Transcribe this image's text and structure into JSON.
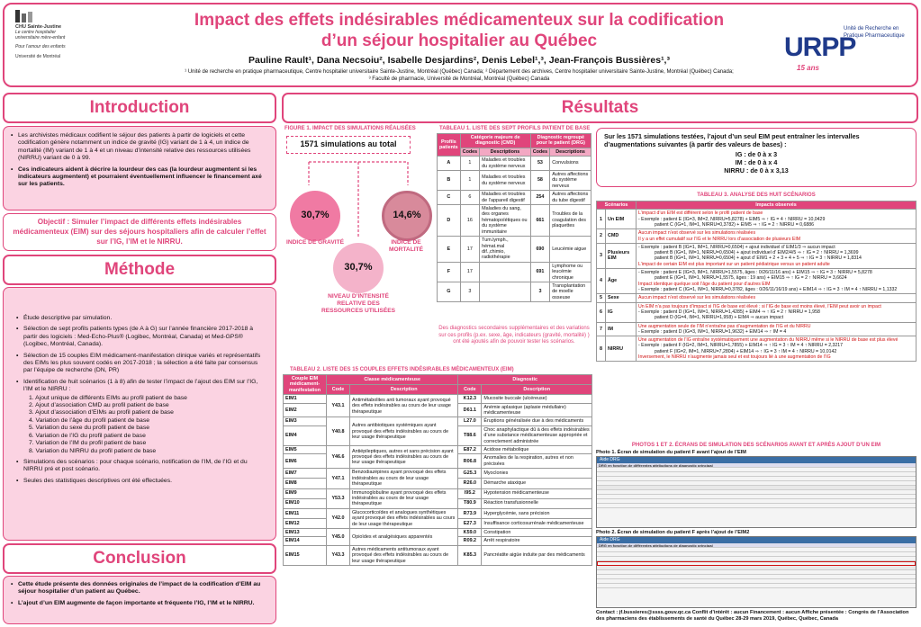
{
  "header": {
    "title_line1": "Impact des effets indésirables médicamenteux sur la codification",
    "title_line2": "d’un séjour hospitalier au Québec",
    "authors": "Pauline Rault¹, Dana Necsoiu², Isabelle Desjardins², Denis Lebel¹,³, Jean-François Bussières¹,³",
    "affil_1": "¹ Unité de recherche en pratique pharmaceutique, Centre hospitalier universitaire Sainte-Justine, Montréal (Québec) Canada; ² Département des archives, Centre hospitalier universitaire Sainte-Justine, Montréal (Québec) Canada;",
    "affil_2": "³ Faculté de pharmacie, Université de Montréal, Montréal (Québec) Canada",
    "logo_left_name": "CHU Sainte-Justine",
    "logo_left_sub": "Le centre hospitalier universitaire mère-enfant",
    "logo_left_tag": "Pour l’amour des enfants",
    "logo_left_univ": "Université de Montréal",
    "logo_right_text": "Unité de Recherche en Pratique Pharmaceutique",
    "logo_right_letters": "URPP",
    "logo_right_years": "15 ans"
  },
  "sections": {
    "intro": "Introduction",
    "methode": "Méthode",
    "conclusion": "Conclusion",
    "resultats": "Résultats"
  },
  "introduction": {
    "b1": "Les archivistes médicaux codifient le séjour des patients à partir de logiciels et cette codification génère notamment un indice de gravité (IG) variant de 1 à 4, un indice de mortalité (IM) variant de 1 à 4 et un niveau d’intensité relative des ressources utilisées (NIRRU) variant de 0 à 99.",
    "b2": "Ces indicateurs aident à décrire la lourdeur des cas (la lourdeur augmentent si les indicateurs augmentent) et pourraient éventuellement influencer le financement axé sur les patients.",
    "objectif": "Objectif : Simuler l’impact de différents effets indésirables médicamenteux (EIM) sur des séjours hospitaliers afin de calculer l’effet sur l’IG, l’IM et le NIRRU."
  },
  "methode": {
    "b1": "Étude descriptive par simulation.",
    "b2": "Sélection de sept profils patients types (de A à G) sur l’année financière 2017-2018 à partir des logiciels : Med-Echo-Plus® (Logibec, Montréal, Canada) et Med-GPS® (Logibec, Montréal, Canada).",
    "b3": "Sélection de 15 couples EIM médicament-manifestation clinique variés et représentatifs des EIMs les plus souvent codés en 2017-2018 ; la sélection a été faite par consensus par l’équipe de recherche (DN, PR)",
    "b4": "Identification de huit scénarios (1 à 8) afin de tester l’impact de l’ajout des EIM sur l’IG, l’IM et le NIRRU :",
    "scen": [
      "1. Ajout unique de différents EIMs au profil patient de base",
      "2. Ajout d’association CMD au profil patient de base",
      "3. Ajout d’association d’EIMs au profil patient de base",
      "4. Variation de l’âge du profil patient de base",
      "5. Variation du sexe du profil patient de base",
      "6. Variation de l’IG du profil patient de base",
      "7. Variation de l’IM du profil patient de base",
      "8. Variation du NIRRU du profil patient de base"
    ],
    "b5": "Simulations des scénarios : pour chaque scénario, notification de l’IM, de l’IG et du NIRRU pré et post scénario.",
    "b6": "Seules des statistiques descriptives ont été effectuées."
  },
  "conclusion": {
    "b1": "Cette étude présente des données originales de l’impact de la codification d’EIM au séjour hospitalier d’un patient au Québec.",
    "b2": "L’ajout d’un EIM augmente de façon importante et fréquente l’IG, l’IM et le NIRRU."
  },
  "figure1": {
    "title": "FIGURE 1. IMPACT DES SIMULATIONS RÉALISÉES",
    "total": "1571 simulations au total",
    "ig_pct": "30,7%",
    "ig_label": "INDICE DE GRAVITÉ",
    "im_pct": "14,6%",
    "im_label": "INDICE DE MORTALITÉ",
    "nirru_pct": "30,7%",
    "nirru_label": "NIVEAU D’INTENSITÉ RELATIVE DES RESSOURCES UTILISÉES"
  },
  "table1": {
    "title": "TABLEAU 1. LISTE DES SEPT PROFILS PATIENT DE BASE",
    "h_profil": "Profils patients",
    "h_cmd": "Catégorie majeure de diagnostic (CMD)",
    "h_diag": "Diagnostic regroupé pour le patient (DRG)",
    "h_code": "Codes",
    "h_desc": "Descriptions",
    "rows": [
      [
        "A",
        "1",
        "Maladies et troubles du système nerveux",
        "53",
        "Convulsions"
      ],
      [
        "B",
        "1",
        "Maladies et troubles du système nerveux",
        "58",
        "Autres affections du système nerveux"
      ],
      [
        "C",
        "6",
        "Maladies et troubles de l’appareil digestif",
        "254",
        "Autres affections du tube digestif"
      ],
      [
        "D",
        "16",
        "Maladies du sang, des organes hématopoïétiques ou du système immunitaire",
        "661",
        "Troubles de la coagulation des plaquettes"
      ],
      [
        "E",
        "17",
        "Tum.lymph., hémat.mal dif.,chimio, radiothérapie",
        "690",
        "Leucémie aigue"
      ],
      [
        "F",
        "17",
        "",
        "691",
        "Lymphome ou leucémie chronique"
      ],
      [
        "G",
        "3",
        "",
        "3",
        "Transplantation de moelle osseuse"
      ]
    ],
    "note": "Des diagnostics secondaires supplémentaires et des variations sur ces profils (p.ex. sexe, âge, indicateurs (gravité, mortalité) ) ont été ajoutés afin de pouvoir tester les scénarios."
  },
  "table2": {
    "title": "TABLEAU 2. LISTE DES 15 COUPLES EFFETS INDÉSIRABLES MÉDICAMENTEUX (EIM)",
    "h1": "Couple EIM médicament-manifestation",
    "h2": "Classe médicamenteuse",
    "h3": "Diagnostic",
    "h_code": "Code",
    "h_desc": "Description",
    "rows": [
      [
        "EIM1",
        "Y43.1",
        "Antimétabolites anti tumoraux ayant provoqué des effets indésirables au cours de leur usage thérapeutique",
        "K12.3",
        "Mucosite buccale (ulcéreuse)"
      ],
      [
        "EIM2",
        "",
        "",
        "D61.1",
        "Anémie aplasique (aplasie médullaire) médicamenteuse"
      ],
      [
        "EIM3",
        "Y40.8",
        "Autres antibiotiques systémiques ayant provoqué des effets indésirables au cours de leur usage thérapeutique",
        "L27.0",
        "Éruptions généralisée due à des médicaments"
      ],
      [
        "EIM4",
        "",
        "",
        "T88.6",
        "Choc anaphylactique dû à des effets indésirables d’une substance médicamenteuse appropriée et correctement administrée"
      ],
      [
        "EIM5",
        "Y46.6",
        "Antiépileptiques, autres et sans précision ayant provoqué des effets indésirables au cours de leur usage thérapeutique",
        "E87.2",
        "Acidose métabolique"
      ],
      [
        "EIM6",
        "",
        "",
        "R06.8",
        "Anomalies de la respiration, autres et non précisées"
      ],
      [
        "EIM7",
        "Y47.1",
        "Benzodiazépines ayant provoqué des effets indésirables au cours de leur usage thérapeutique",
        "G25.3",
        "Myoclonies"
      ],
      [
        "EIM8",
        "",
        "",
        "R26.0",
        "Démarche ataxique"
      ],
      [
        "EIM9",
        "Y53.3",
        "Immunoglobuline ayant provoqué des effets indésirables au cours de leur usage thérapeutique",
        "I95.2",
        "Hypotension médicamenteuse"
      ],
      [
        "EIM10",
        "",
        "",
        "T80.9",
        "Réaction transfusionnelle"
      ],
      [
        "EIM11",
        "Y42.0",
        "Glucocorticoïdes et analogues synthétiques ayant provoqué des effets indésirables au cours de leur usage thérapeutique",
        "R73.9",
        "Hyperglycémie, sans précision"
      ],
      [
        "EIM12",
        "",
        "",
        "E27.3",
        "Insuffisance corticosurrénale médicamenteuse"
      ],
      [
        "EIM13",
        "Y45.0",
        "Opioïdes et analgésiques apparentés",
        "K59.0",
        "Constipation"
      ],
      [
        "EIM14",
        "",
        "",
        "R09.2",
        "Arrêt respiratoire"
      ],
      [
        "EIM15",
        "Y43.3",
        "Autres médicaments antitumoraux ayant provoqué des effets indésirables au cours de leur usage thérapeutique",
        "K85.3",
        "Pancréatite aigüe induite par des médicaments"
      ]
    ]
  },
  "summary": {
    "text": "Sur les 1571 simulations testées, l’ajout d’un seul EIM peut entraîner les intervalles d’augmentations suivantes (à partir des valeurs de bases) :",
    "ig": "IG : de 0 à x 3",
    "im": "IM : de 0 à x 4",
    "nirru": "NIRRU : de 0 à x 3,13"
  },
  "table3": {
    "title": "TABLEAU 3. ANALYSE DES HUIT SCÉNARIOS",
    "h1": "Scénarios",
    "h2": "Impacts observés",
    "rows": [
      {
        "n": "1",
        "name": "Un EIM",
        "lines": [
          "L’impact d’un EIM est différent selon le profil patient de base",
          "- Exemple : patient E (IG=3, IM=2, NIRRU=5,8278) + EIM5 ⇒ ↑ IG = 4 ↑ NIRRU = 10,0429",
          "patient C (IG=1, IM=1, NIRRU=0,3782) + EIM5 ⇒ ↑ IG = 2 ↑ NIRRU = 0,6886"
        ]
      },
      {
        "n": "2",
        "name": "CMD",
        "lines": [
          "Aucun impact n’est observé sur les simulations réalisées",
          "Il y a un effet cumulatif sur l’IG et le NIRRU lors d’association de plusieurs EIM"
        ]
      },
      {
        "n": "3",
        "name": "Plusieurs EIM",
        "lines": [
          "- Exemple : patient B (IG=1, IM=1, NIRRU=0,6504) + ajout individuel d’ EIM1/3 ⇒ aucun impact",
          "patient B (IG=1, IM=1, NIRRU=0,6504) + ajout individuel d’ EIM2/4/5 ⇒ ↑ IG = 2 ↑ NIRRU = 1,3699",
          "patient B (IG=1, IM=1, NIRRU=0,6504) + ajout d’ EIM1 + 2 + 3 + 4 + 5 ⇒ ↑ IG = 3 ↑ NIRRU = 1,8314",
          "L’impact de certain EIM est plus important sur un patient pédiatrique versus un patient adulte"
        ]
      },
      {
        "n": "4",
        "name": "Âge",
        "lines": [
          "- Exemple : patient E (IG=3, IM=1, NIRRU=1,5575, âges : 0/26/11/16 ans) + EIM15 ⇒ ↑ IG = 3 ↑ NIRRU = 5,8278",
          "patient E (IG=1, IM=1, NIRRU=1,5575, âges : 19 ans) + EIM15 ⇒ ↑ IG = 2 ↑ NIRRU = 3,6624",
          "Impact identique quelque soit l’âge du patient pour d’autres EIM",
          "- Exemple : patient C (IG=1, IM=1, NIRRU=0,3782, âges : 0/26/11/16/19 ans) + EIM14 ⇒ ↑ IG = 3 ↑ IM = 4 ↑ NIRRU = 1,1332"
        ]
      },
      {
        "n": "5",
        "name": "Sexe",
        "lines": [
          "Aucun impact n’est observé sur les simulations réalisées"
        ]
      },
      {
        "n": "6",
        "name": "IG",
        "lines": [
          "Un EIM n’a pas toujours d’impact si l’IG de base est élevé ; si l’IG de base est moins élevé, l’EIM peut avoir un impact",
          "- Exemple : patient D (IG=1, IM=1, NIRRU=1,4285) + EIM4 ⇒ ↑ IG = 2 ↑ NIRRU = 1,958",
          "patient D (IG=4, IM=1, NIRRU=1,958) + EIM4 ⇒ aucun impact"
        ]
      },
      {
        "n": "7",
        "name": "IM",
        "lines": [
          "Une augmentation seule de l’IM n’entraîne pas d’augmentation de l’IG et du NIRRU",
          "- Exemple : patient D (IG=3, IM=1, NIRRU=1,9632) + EIM14 ⇒ ↑ IM = 4"
        ]
      },
      {
        "n": "8",
        "name": "NIRRU",
        "lines": [
          "Une augmentation de l’IG entraîne systématiquement une augmentation du NIRRU même si le NIRRU de base est plus élevé",
          "- Exemple : patient F (IG=2, IM=1, NIRRU=1,7855) + EIM14 ⇒ ↑ IG = 3 ↑ IM = 4 ↑ NIRRU = 2,3217",
          "patient F (IG=2, IM=1, NIRRU=7,2804) + EIM14 ⇒ ↑ IG = 3 ↑ IM = 4 ↑ NIRRU = 10,0142",
          "Inversement, le NIRRU n’augmente jamais seul et est toujours lié à une augmentation de l’IG"
        ]
      }
    ]
  },
  "photos": {
    "title": "PHOTOS 1 ET 2. ÉCRANS DE SIMULATION DES SCÉNARIOS AVANT ET APRÈS AJOUT D’UN EIM",
    "p1": "Photo 1. Écran de simulation du patient F avant l’ajout de l’EIM",
    "p2": "Photo 2. Écran de simulation du patient F après l’ajout de l’EIM2",
    "win_title": "Aide DRG",
    "win_head": "DRG en fonction de différentes attributions de diagnostic principal"
  },
  "footer": {
    "text": "Contact : jf.bussieres@ssss.gouv.qc.ca    Conflit d’intérêt : aucun    Financement : aucun    Affiche présentée : Congrès de l’Association des pharmaciens des établissements de santé du Québec 28-29 mars 2019, Québec, Québec, Canada"
  },
  "colors": {
    "accent": "#e0457b",
    "panel": "#fbd3e2",
    "circle": "#f4a8c5"
  }
}
